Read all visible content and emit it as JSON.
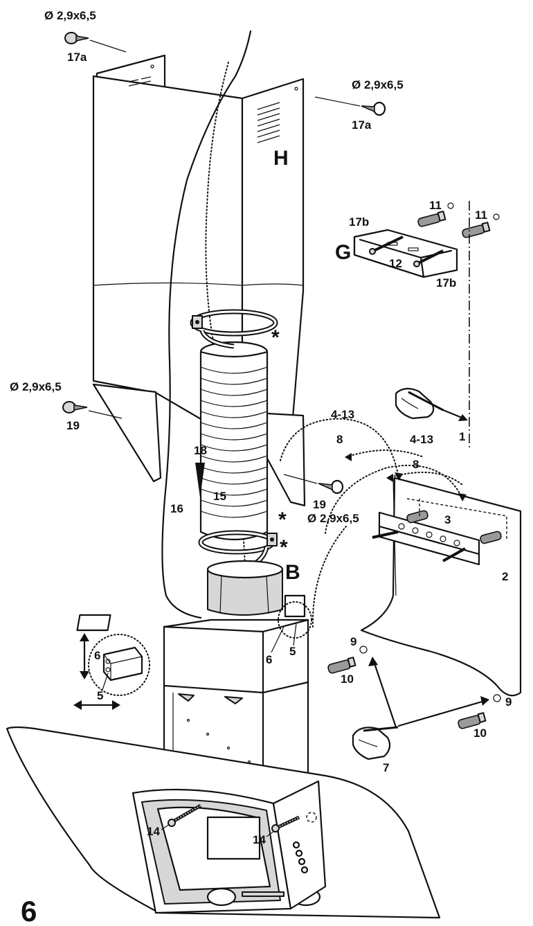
{
  "diagram": {
    "figure_number": "6",
    "screw_spec": "Ø 2,9x6,5",
    "parts": {
      "chimney": "H",
      "bracket": "G",
      "motor_body": "B",
      "hood": "2"
    },
    "callouts": {
      "n1": "1",
      "n3": "3",
      "n5": "5",
      "n6": "6",
      "n7": "7",
      "n8": "8",
      "n9": "9",
      "n10": "10",
      "n11": "11",
      "n12": "12",
      "n14": "14",
      "n15": "15",
      "n16": "16",
      "n17a": "17a",
      "n17b": "17b",
      "n18": "18",
      "n19": "19",
      "range_4_13": "4-13",
      "star": "*"
    },
    "icons": [
      "screw-icon",
      "wall-plug-icon",
      "washer-icon",
      "hand-pencil-icon",
      "hose-clamp-icon",
      "junction-box-icon"
    ]
  }
}
